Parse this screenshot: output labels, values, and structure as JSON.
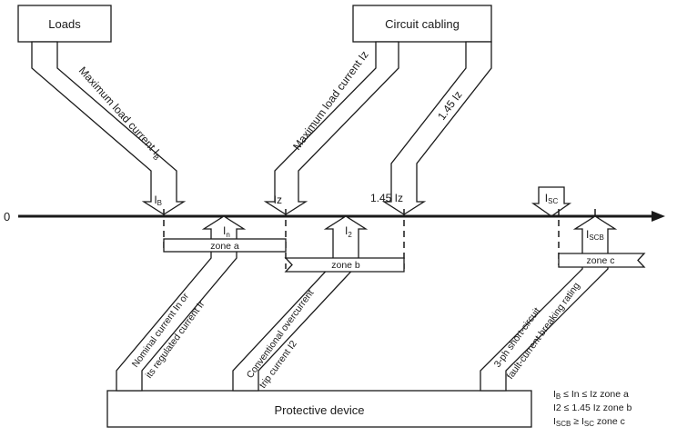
{
  "boxes": {
    "loads": "Loads",
    "cabling": "Circuit cabling",
    "device": "Protective device"
  },
  "axis": {
    "origin": "0"
  },
  "arrows": {
    "max_load": {
      "main": "Maximum load current I",
      "sub": "B"
    },
    "max_load_iz": "Maximum load current Iz",
    "one45": "1.45 Iz",
    "nominal_1": "Nominal current In or",
    "nominal_2": "its regulated current Ir",
    "conv_1": "Conventional overcurrent",
    "conv_2": "trip current I2",
    "sc_1": "3-ph short-circuit",
    "sc_2": "fault-current breaking rating"
  },
  "axis_labels": {
    "ib": {
      "main": "I",
      "sub": "B"
    },
    "iz": "Iz",
    "one45iz": "1.45 Iz",
    "isc": {
      "main": "I",
      "sub": "SC"
    },
    "in": {
      "main": "I",
      "sub": "n"
    },
    "i2": {
      "main": "I",
      "sub": "2"
    },
    "iscb": {
      "main": "I",
      "sub": "SCB"
    }
  },
  "zones": {
    "a": "zone a",
    "b": "zone b",
    "c": "zone c"
  },
  "legend": [
    {
      "lead": "I",
      "sub": "B",
      "rest": " ≤ In ≤ Iz zone a"
    },
    {
      "lead": "I2 ≤ 1.45 Iz zone b",
      "sub": "",
      "rest": ""
    },
    {
      "lead": "I",
      "sub": "SCB",
      "rest": " ≥ I",
      "sub2": "SC",
      "tail": " zone c"
    }
  ]
}
